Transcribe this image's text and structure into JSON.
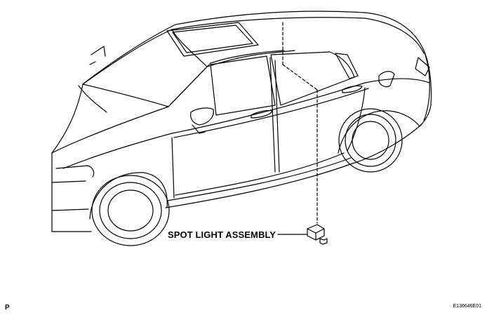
{
  "callout": {
    "label": "SPOT LIGHT ASSEMBLY"
  },
  "corner_code": "P",
  "figure_id": "E136646E01"
}
